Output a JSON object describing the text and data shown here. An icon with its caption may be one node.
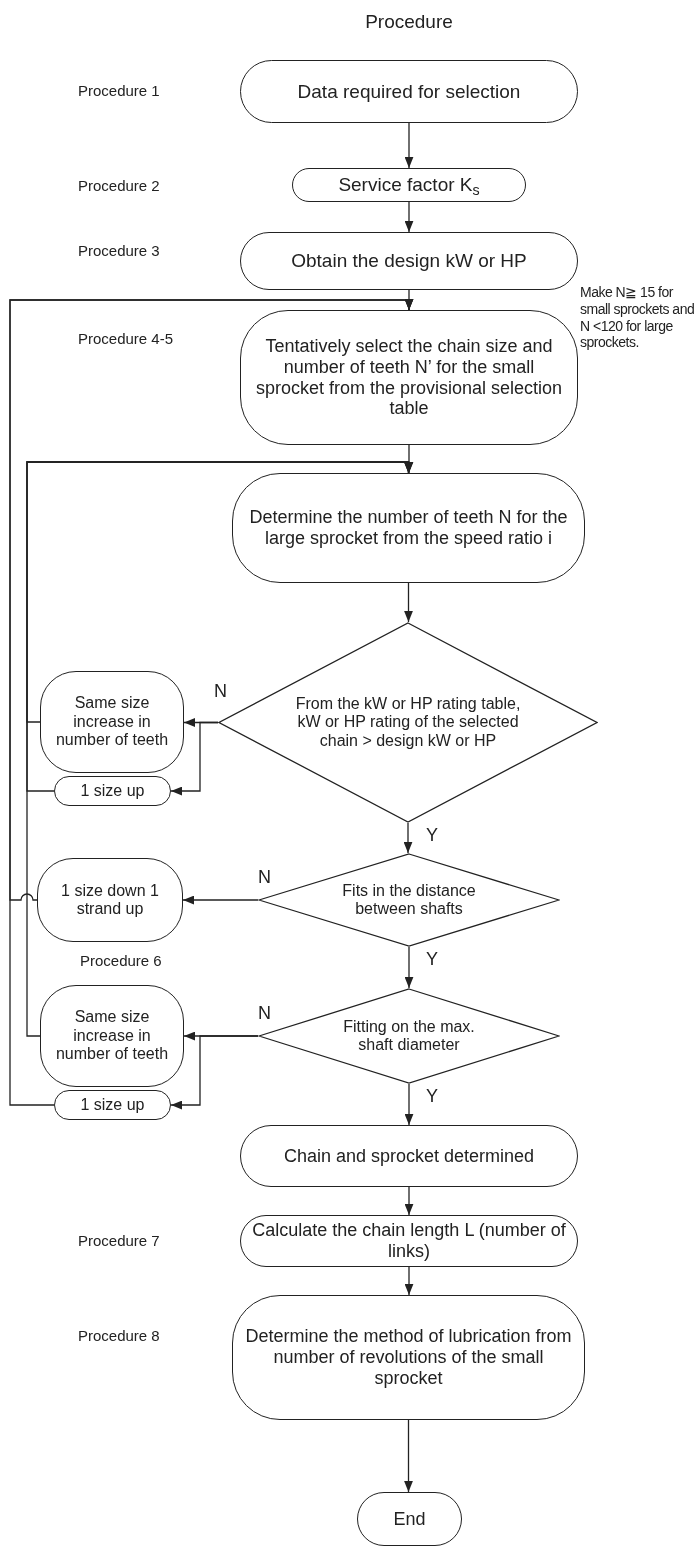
{
  "diagram": {
    "title": "Procedure",
    "nodes": [
      {
        "text": [
          "Data required for selection"
        ]
      },
      {
        "text": [
          "Service factor K$_{s}$"
        ]
      },
      {
        "text": [
          "Obtain the design kW or HP"
        ]
      },
      {
        "text": [
          "Tentatively select the chain size and number of teeth N’ for the small sprocket from the provisional selection table"
        ],
        "beside": [
          "Make N≧ 15 for small sprockets and N <120 for large sprockets."
        ]
      },
      {
        "text": [
          "Determine the number of teeth N for the large sprocket from the speed ratio i"
        ]
      },
      {
        "text": [
          "From the kW or HP rating table, kW or HP rating of the selected chain > design kW or HP"
        ]
      },
      {
        "text": [
          "Same size increase in number of teeth"
        ]
      },
      {
        "text": [
          "1 size up"
        ]
      },
      {
        "text": [
          "Fits in the distance between shafts"
        ]
      },
      {
        "text": [
          "1 size down 1 strand up"
        ]
      },
      {
        "text": [
          "Fitting on the max. shaft diameter"
        ]
      },
      {
        "text": [
          "Same size increase in number of teeth"
        ]
      },
      {
        "text": [
          "1 size up"
        ]
      },
      {
        "text": [
          "Chain and sprocket determined"
        ]
      },
      {
        "text": [
          "Calculate the chain length L (number of links)"
        ]
      },
      {
        "text": [
          "Determine the method of lubrication from number of revolutions of the small sprocket"
        ]
      },
      {
        "text": [
          "End"
        ]
      }
    ],
    "edges": [
      {
        "from": 0,
        "to": 1,
        "arrow": "to"
      },
      {
        "from": 1,
        "to": 2,
        "arrow": "to"
      },
      {
        "from": 2,
        "to": 3,
        "arrow": "to"
      },
      {
        "from": 3,
        "to": 4,
        "arrow": "to"
      },
      {
        "from": 4,
        "to": 5,
        "arrow": "to"
      },
      {
        "from": 5,
        "to": 6,
        "arrow": "to",
        "label": "N"
      },
      {
        "from": 5,
        "to": 7,
        "arrow": "to"
      },
      {
        "from": 5,
        "to": 8,
        "arrow": "to",
        "label": "Y"
      },
      {
        "from": 8,
        "to": 9,
        "arrow": "to",
        "label": "N"
      },
      {
        "from": 8,
        "to": 10,
        "arrow": "to",
        "label": "Y"
      },
      {
        "from": 10,
        "to": 11,
        "arrow": "to",
        "label": "N"
      },
      {
        "from": 10,
        "to": 12,
        "arrow": "to"
      },
      {
        "from": 10,
        "to": 13,
        "arrow": "to",
        "label": "Y"
      },
      {
        "from": 13,
        "to": 14,
        "arrow": "to"
      },
      {
        "from": 14,
        "to": 15,
        "arrow": "to"
      },
      {
        "from": 15,
        "to": 16,
        "arrow": "to"
      },
      {
        "from": 6,
        "to": 4,
        "arrow": "to"
      },
      {
        "from": 7,
        "to": 4,
        "arrow": "to"
      },
      {
        "from": 9,
        "to": 3,
        "arrow": "to"
      },
      {
        "from": 11,
        "to": 4,
        "arrow": "to"
      },
      {
        "from": 12,
        "to": 3,
        "arrow": "to"
      }
    ],
    "labels": [
      "Procedure 1",
      "Procedure 2",
      "Procedure 3",
      "Procedure 4-5",
      "Procedure 6",
      "Procedure 7",
      "Procedure 8"
    ]
  }
}
